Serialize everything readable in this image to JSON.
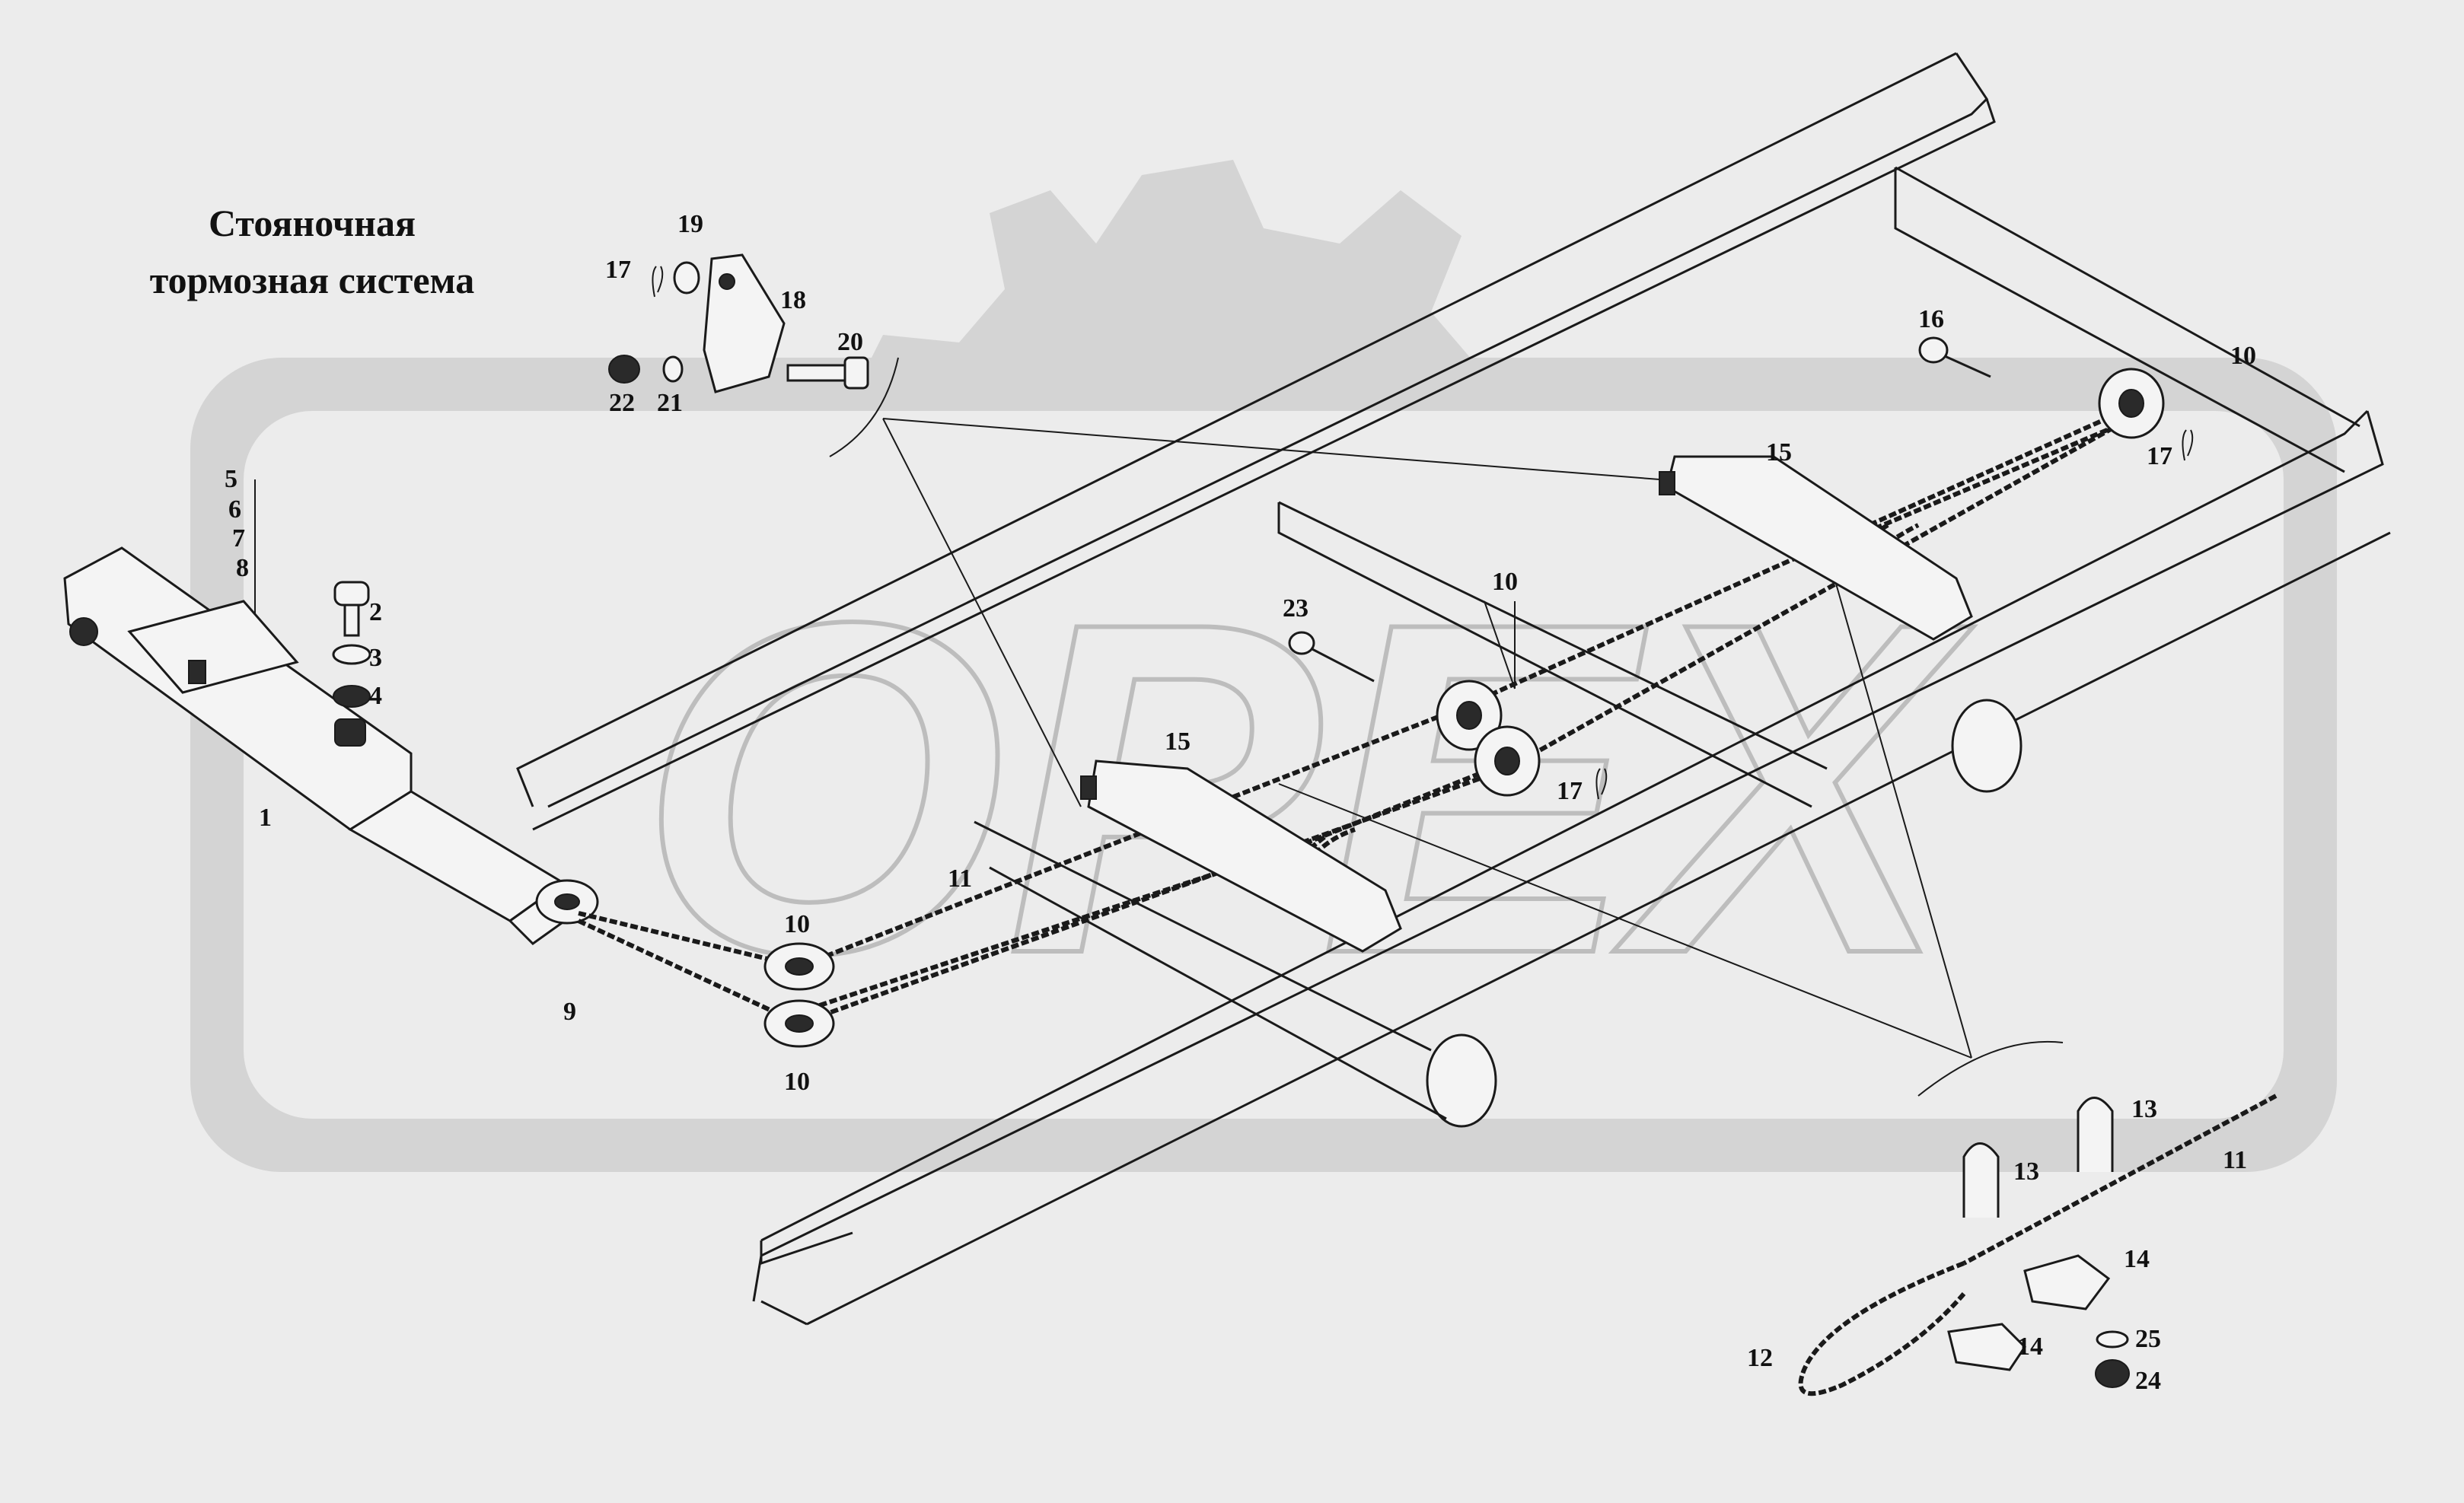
{
  "title": {
    "line1": "Стояночная",
    "line2": "тормозная  система"
  },
  "watermark": {
    "text": "ОРЕХ"
  },
  "callouts": [
    {
      "id": "c1",
      "text": "1"
    },
    {
      "id": "c2",
      "text": "2"
    },
    {
      "id": "c3",
      "text": "3"
    },
    {
      "id": "c4",
      "text": "4"
    },
    {
      "id": "c5",
      "text": "5"
    },
    {
      "id": "c6",
      "text": "6"
    },
    {
      "id": "c7",
      "text": "7"
    },
    {
      "id": "c8",
      "text": "8"
    },
    {
      "id": "c9",
      "text": "9"
    },
    {
      "id": "c10a",
      "text": "10"
    },
    {
      "id": "c10b",
      "text": "10"
    },
    {
      "id": "c10c",
      "text": "10"
    },
    {
      "id": "c10d",
      "text": "10"
    },
    {
      "id": "c11a",
      "text": "11"
    },
    {
      "id": "c11b",
      "text": "11"
    },
    {
      "id": "c12",
      "text": "12"
    },
    {
      "id": "c13a",
      "text": "13"
    },
    {
      "id": "c13b",
      "text": "13"
    },
    {
      "id": "c14a",
      "text": "14"
    },
    {
      "id": "c14b",
      "text": "14"
    },
    {
      "id": "c15a",
      "text": "15"
    },
    {
      "id": "c15b",
      "text": "15"
    },
    {
      "id": "c16",
      "text": "16"
    },
    {
      "id": "c17a",
      "text": "17"
    },
    {
      "id": "c17b",
      "text": "17"
    },
    {
      "id": "c17c",
      "text": "17"
    },
    {
      "id": "c18",
      "text": "18"
    },
    {
      "id": "c19",
      "text": "19"
    },
    {
      "id": "c20",
      "text": "20"
    },
    {
      "id": "c21",
      "text": "21"
    },
    {
      "id": "c22",
      "text": "22"
    },
    {
      "id": "c23",
      "text": "23"
    },
    {
      "id": "c24",
      "text": "24"
    },
    {
      "id": "c25",
      "text": "25"
    }
  ]
}
